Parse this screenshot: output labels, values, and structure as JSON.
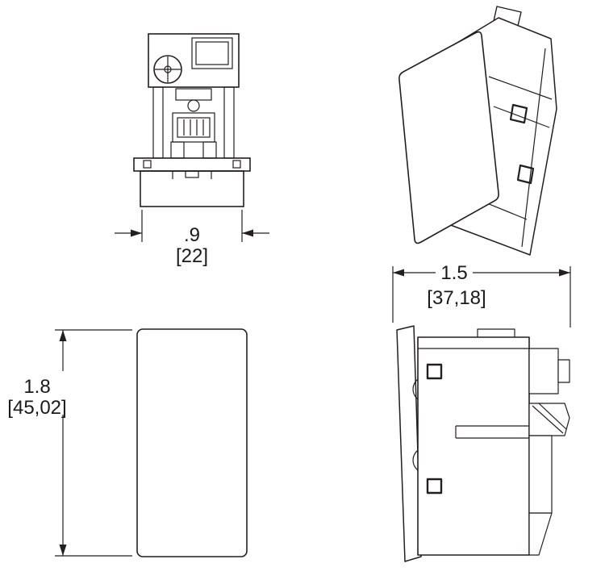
{
  "colors": {
    "line": "#231f20",
    "background": "#ffffff",
    "text": "#1a1a1a"
  },
  "dimensions": {
    "width": {
      "inches": ".9",
      "mm": "[22]"
    },
    "height": {
      "inches": "1.8",
      "mm": "[45,02]"
    },
    "depth": {
      "inches": "1.5",
      "mm": "[37,18]"
    }
  }
}
